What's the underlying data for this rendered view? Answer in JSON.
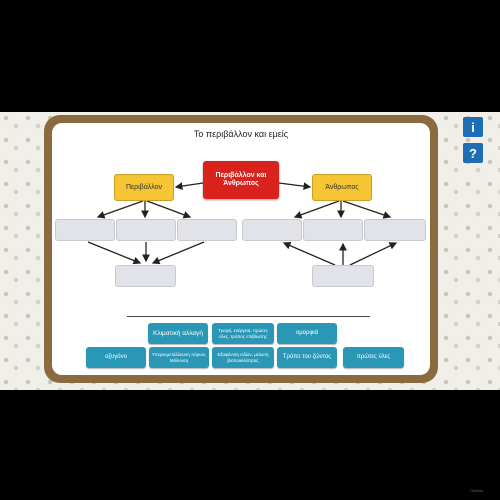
{
  "diagram": {
    "title": "Το περιβάλλον και εμείς",
    "center": "Περιβάλλον και Άνθρωπος",
    "left_node": "Περιβάλλον",
    "right_node": "Άνθρωπος"
  },
  "answer_cards": {
    "row1": [
      "Κλιματική αλλαγή",
      "Τροφή, ενέργεια, πρώτες ύλες, τρόπος επιβίωσης",
      "ομορφιά"
    ],
    "row2": [
      "οξυγόνο",
      "Υπερεκμετάλλευση πόρων, Μόλυνση",
      "Εξαφάνιση ειδών, μείωση βιοποικιλότητας",
      "Τρόπο του ζώντος",
      "πρώτες ύλες"
    ]
  },
  "controls": {
    "info_icon": "i",
    "help_icon": "?"
  },
  "watermark": "Παιδεία"
}
